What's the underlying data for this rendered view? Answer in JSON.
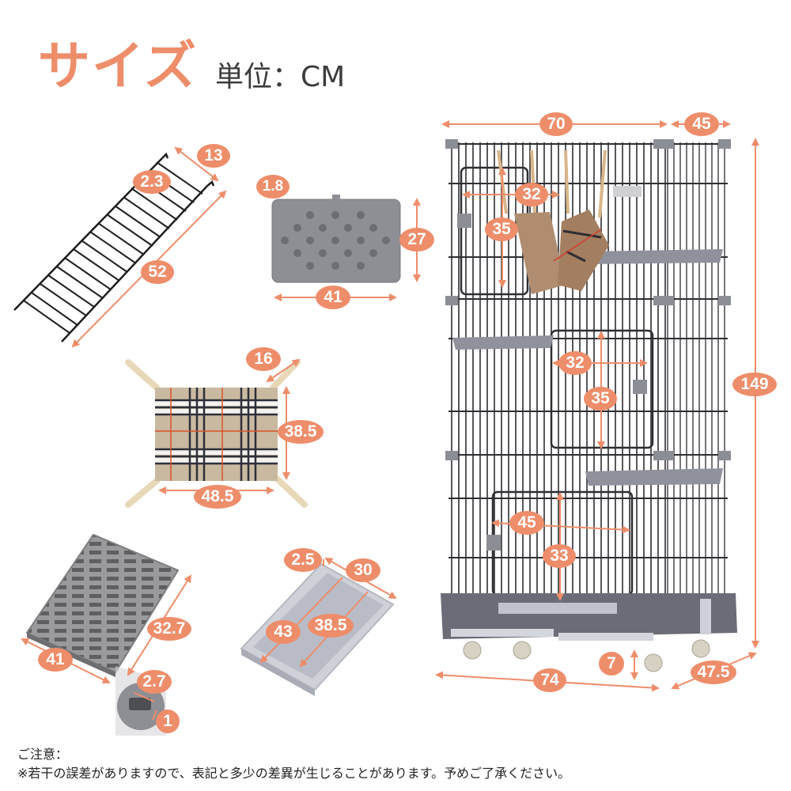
{
  "header": {
    "title": "サイズ",
    "unit": "単位：CM"
  },
  "colors": {
    "accent": "#ee8d6a",
    "text": "#3c3c3c",
    "cage_wire": "#2e2e33",
    "plastic_gray": "#8a8c92"
  },
  "parts": {
    "ladder": {
      "width": "13",
      "spacing": "2.3",
      "length": "52"
    },
    "shelf": {
      "thickness": "1.8",
      "depth": "27",
      "width": "41"
    },
    "hammock": {
      "strap": "16",
      "height": "38.5",
      "width": "48.5"
    },
    "floor_grid": {
      "length": "32.7",
      "width": "41",
      "slot_length": "2.7",
      "slot_width": "1"
    },
    "tray": {
      "lip": "2.5",
      "width": "30",
      "outer_length": "43",
      "inner_length": "38.5"
    }
  },
  "cage": {
    "top_width": "70",
    "top_depth": "45",
    "total_height": "149",
    "top_door_width": "32",
    "top_door_height": "35",
    "mid_door_width": "32",
    "mid_door_height": "35",
    "bottom_door_width": "45",
    "bottom_door_height": "33",
    "caster_height": "7",
    "base_width": "74",
    "base_depth": "47.5"
  },
  "notes": {
    "heading": "ご注意：",
    "body": "※若干の誤差がありますので、表記と多少の差異が生じることがあります。予めご了承ください。"
  }
}
